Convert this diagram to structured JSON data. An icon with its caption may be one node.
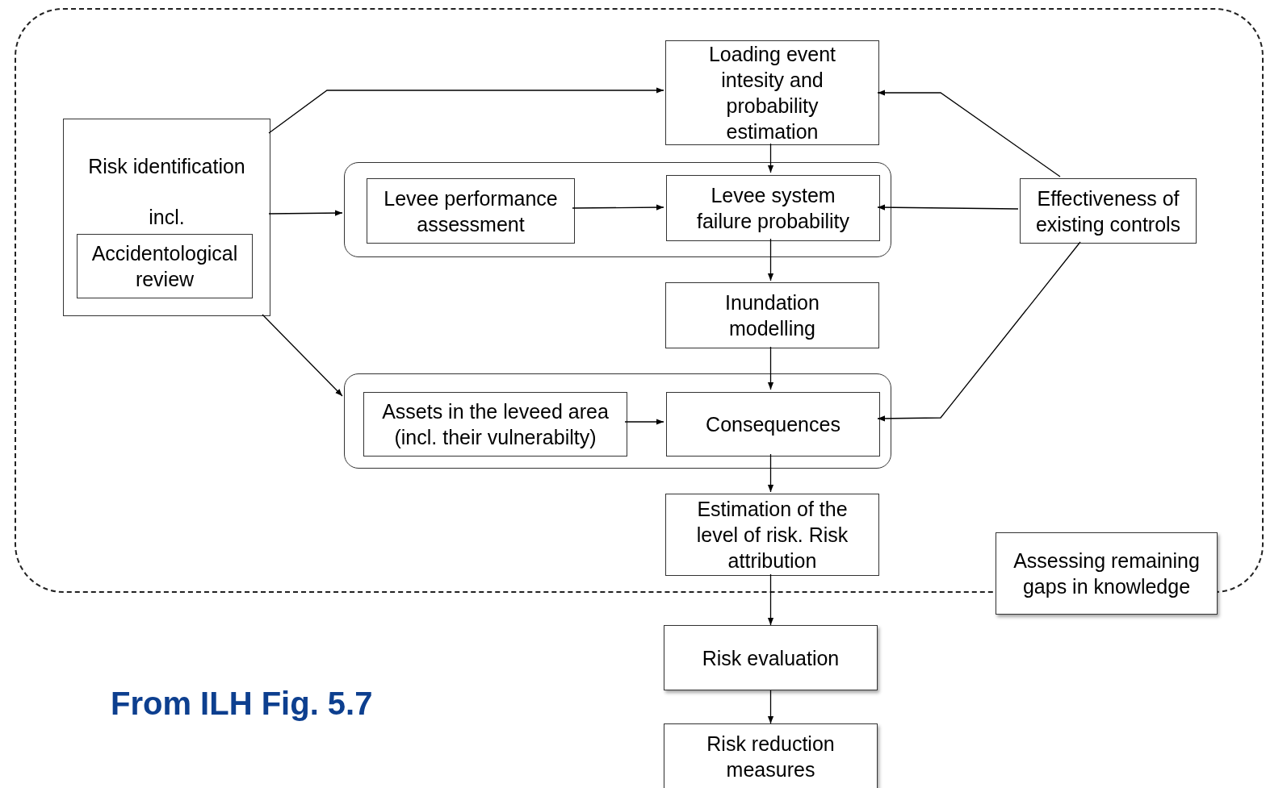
{
  "diagram": {
    "nodes": [
      {
        "text": [],
        "shape": "box"
      },
      {
        "text": [
          "Risk identification",
          "incl."
        ],
        "in": 0
      },
      {
        "text": [
          "Accidentological review"
        ],
        "in": 1
      },
      {
        "text": [
          "Loading event intesity and probability estimation"
        ],
        "in": 0
      },
      {
        "text": [],
        "shape": "box",
        "in": 0
      },
      {
        "text": [
          "Levee performance assessment"
        ],
        "in": 4
      },
      {
        "text": [
          "Levee system failure probability"
        ],
        "in": 4
      },
      {
        "text": [
          "Effectiveness of existing controls"
        ],
        "in": 0
      },
      {
        "text": [
          "Inundation modelling"
        ],
        "in": 0
      },
      {
        "text": [],
        "shape": "box",
        "in": 0
      },
      {
        "text": [
          "Assets in the leveed area (incl. their vulnerabilty)"
        ],
        "in": 9
      },
      {
        "text": [
          "Consequences"
        ],
        "in": 9
      },
      {
        "text": [
          "Estimation of the level of risk. Risk attribution"
        ],
        "in": 0
      },
      {
        "text": [
          "Assessing remaining gaps in knowledge"
        ]
      },
      {
        "text": [
          "Risk evaluation"
        ]
      },
      {
        "text": [
          "Risk reduction measures"
        ]
      }
    ],
    "edges": [
      {
        "from": 1,
        "to": 3,
        "arrow": "to"
      },
      {
        "from": 1,
        "to": 4,
        "arrow": "to"
      },
      {
        "from": 1,
        "to": 9,
        "arrow": "to"
      },
      {
        "from": 5,
        "to": 6,
        "arrow": "to"
      },
      {
        "from": 3,
        "to": 6,
        "arrow": "to"
      },
      {
        "from": 7,
        "to": 3,
        "arrow": "to"
      },
      {
        "from": 7,
        "to": 6,
        "arrow": "to"
      },
      {
        "from": 7,
        "to": 11,
        "arrow": "to"
      },
      {
        "from": 6,
        "to": 8,
        "arrow": "to"
      },
      {
        "from": 8,
        "to": 11,
        "arrow": "to"
      },
      {
        "from": 10,
        "to": 11,
        "arrow": "to"
      },
      {
        "from": 11,
        "to": 12,
        "arrow": "to"
      },
      {
        "from": 12,
        "to": 14,
        "arrow": "to"
      },
      {
        "from": 14,
        "to": 15,
        "arrow": "to"
      }
    ],
    "labels": [
      "From ILH Fig. 5.7"
    ]
  }
}
